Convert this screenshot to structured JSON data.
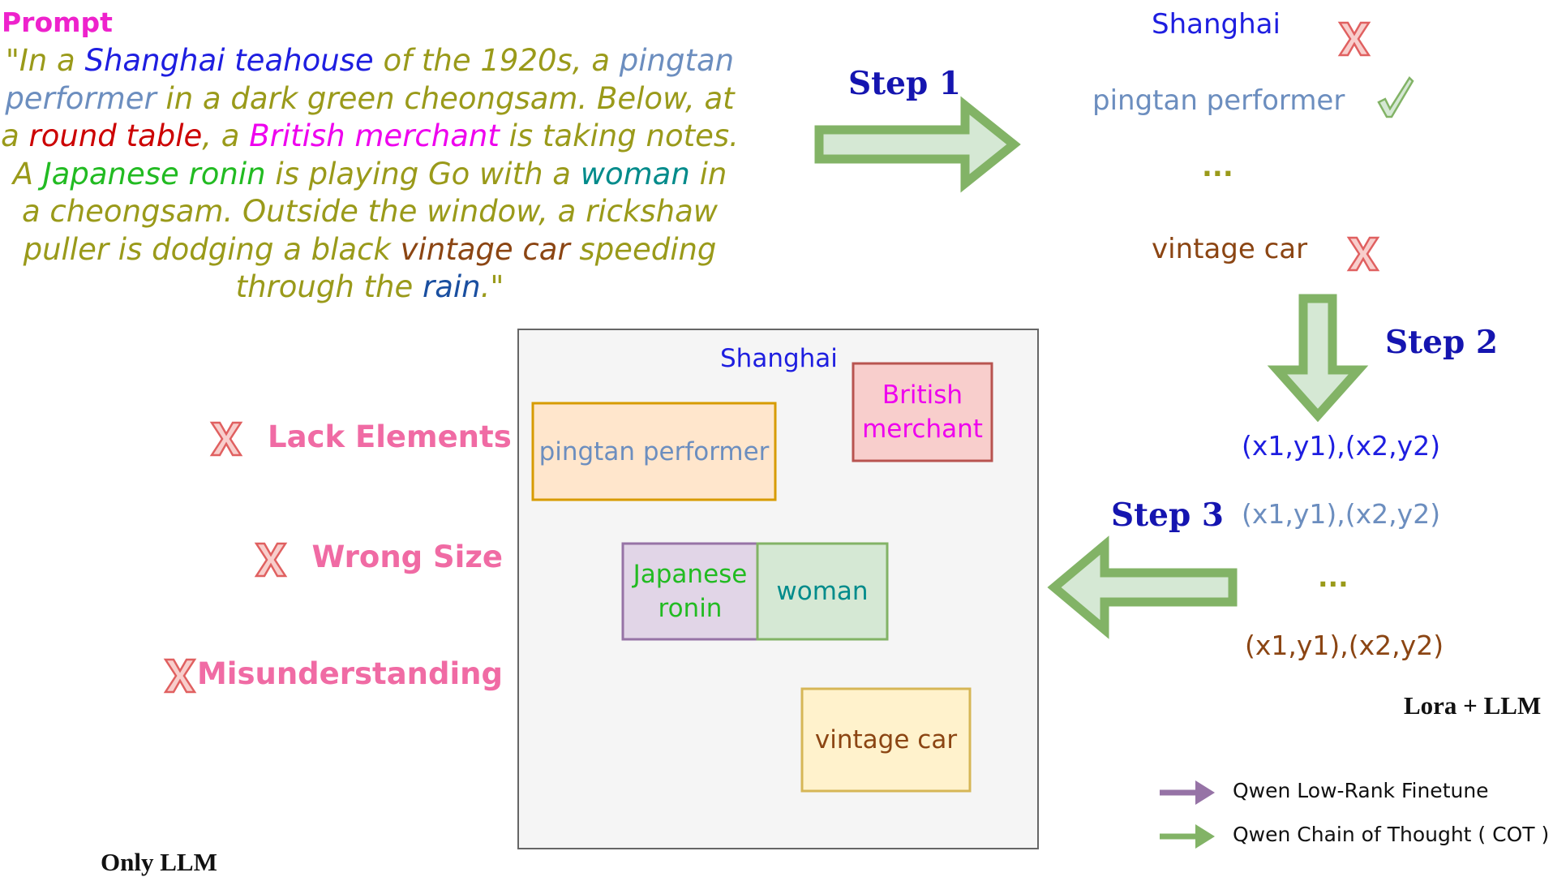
{
  "prompt": {
    "title": "Prompt",
    "segments": [
      {
        "text": "\"In a ",
        "color": "#9a9a1a"
      },
      {
        "text": "Shanghai",
        "color": "#1e1ee0"
      },
      {
        "text": " ",
        "color": "#9a9a1a"
      },
      {
        "text": "teahouse",
        "color": "#1e1ee0"
      },
      {
        "text": " of the 1920s, a ",
        "color": "#9a9a1a"
      },
      {
        "text": "pingtan performer",
        "color": "#6c8ebf"
      },
      {
        "text": " in a dark green cheongsam. Below, at a ",
        "color": "#9a9a1a"
      },
      {
        "text": "round table",
        "color": "#cc0000"
      },
      {
        "text": ", a ",
        "color": "#9a9a1a"
      },
      {
        "text": "British merchant",
        "color": "#ee00ee"
      },
      {
        "text": " is taking notes. A ",
        "color": "#9a9a1a"
      },
      {
        "text": "Japanese ronin",
        "color": "#22bb22"
      },
      {
        "text": " is playing Go with a ",
        "color": "#9a9a1a"
      },
      {
        "text": "woman",
        "color": "#008b8b"
      },
      {
        "text": " in a cheongsam. Outside the window, a rickshaw puller is dodging a black ",
        "color": "#9a9a1a"
      },
      {
        "text": "vintage car",
        "color": "#8b4513"
      },
      {
        "text": " speeding through the ",
        "color": "#9a9a1a"
      },
      {
        "text": "rain",
        "color": "#1a4fa0"
      },
      {
        "text": ".\"",
        "color": "#9a9a1a"
      }
    ]
  },
  "steps": {
    "step1": "Step 1",
    "step2": "Step 2",
    "step3": "Step 3"
  },
  "step1_list": {
    "item1": "Shanghai",
    "item2": "pingtan performer",
    "ellipsis": "...",
    "item3": "vintage car"
  },
  "coords": {
    "c1": "(x1,y1),(x2,y2)",
    "c2": "(x1,y1),(x2,y2)",
    "ellipsis": "...",
    "c3": "(x1,y1),(x2,y2)"
  },
  "errors": {
    "e1": "Lack Elements",
    "e2": "Wrong Size",
    "e3": "Misunderstanding"
  },
  "layout_boxes": {
    "shanghai": "Shanghai",
    "british_merchant_line1": "British",
    "british_merchant_line2": "merchant",
    "pingtan": "pingtan performer",
    "japanese_line1": "Japanese",
    "japanese_line2": "ronin",
    "woman": "woman",
    "vintage_car": "vintage car"
  },
  "legend": {
    "purple": "Qwen Low-Rank Finetune",
    "green": "Qwen Chain of Thought ( COT )"
  },
  "footers": {
    "right": "Lora + LLM",
    "left": "Only LLM"
  },
  "colors": {
    "arrow_green_stroke": "#82b366",
    "arrow_green_fill": "#d5e8d4",
    "legend_purple": "#9673a6",
    "cross_stroke": "#e06060",
    "cross_fill": "#f8cecc",
    "check_fill": "#d5e8d4",
    "check_stroke": "#82b366"
  }
}
